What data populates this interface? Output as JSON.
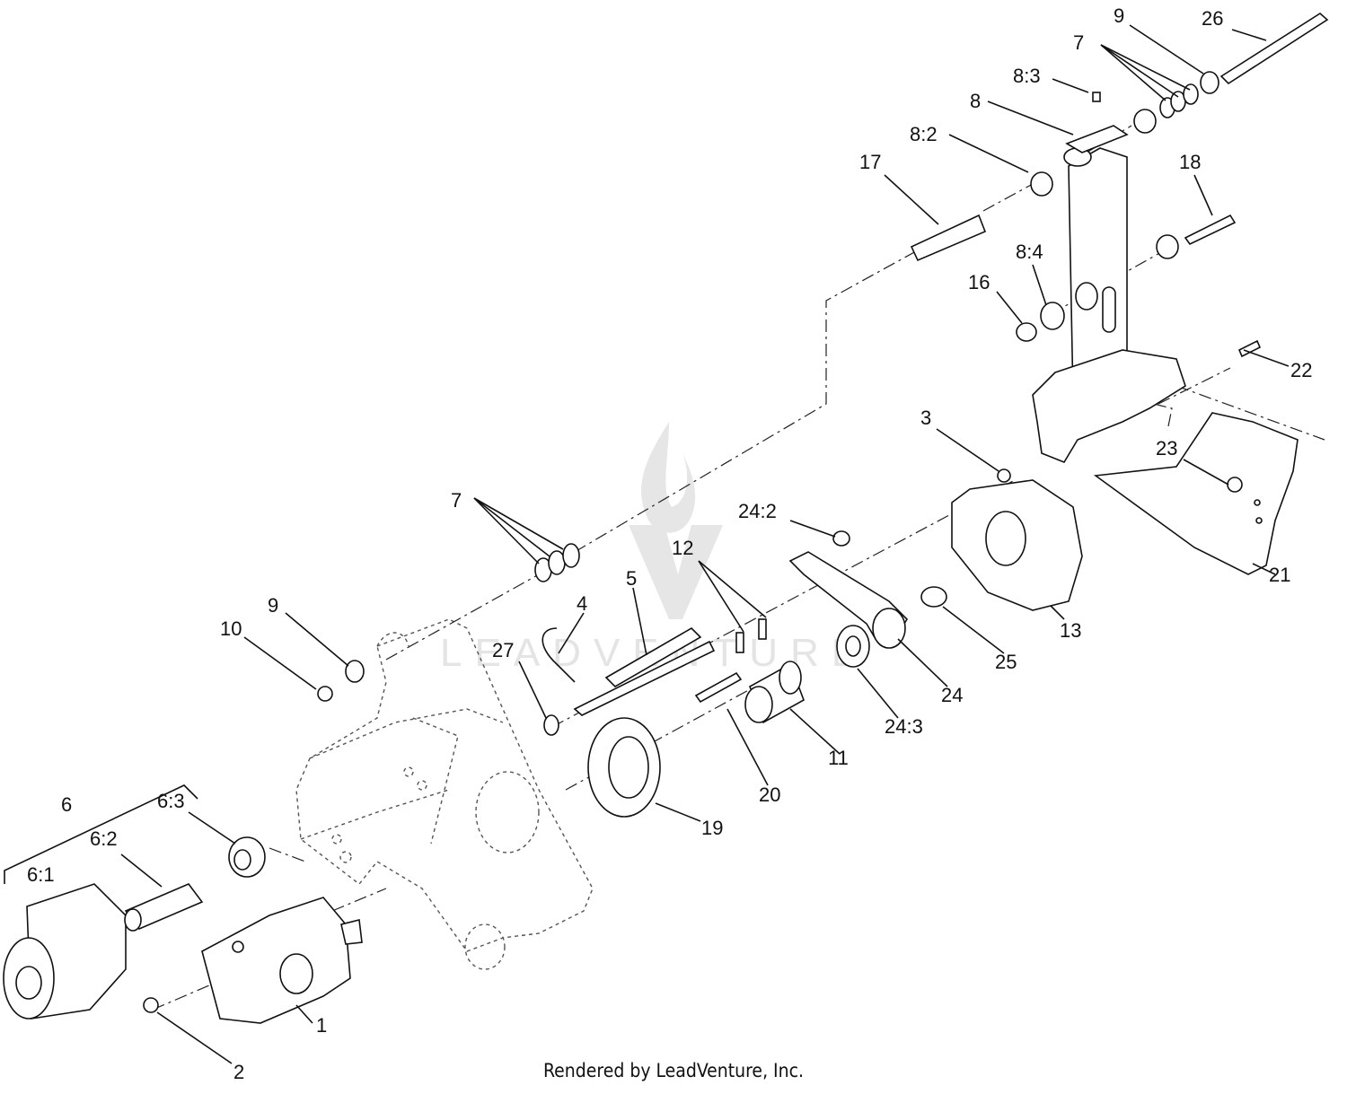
{
  "footer": "Rendered by LeadVenture, Inc.",
  "watermark": "LEADVENTURE",
  "callouts": {
    "c1": "1",
    "c2": "2",
    "c3": "3",
    "c4": "4",
    "c5": "5",
    "c6": "6",
    "c6_1": "6:1",
    "c6_2": "6:2",
    "c6_3": "6:3",
    "c7a": "7",
    "c7b": "7",
    "c8": "8",
    "c8_2": "8:2",
    "c8_3": "8:3",
    "c8_4": "8:4",
    "c9a": "9",
    "c9b": "9",
    "c10": "10",
    "c11": "11",
    "c12": "12",
    "c13": "13",
    "c16": "16",
    "c17": "17",
    "c18": "18",
    "c19": "19",
    "c20": "20",
    "c21": "21",
    "c22": "22",
    "c23": "23",
    "c24": "24",
    "c24_2": "24:2",
    "c24_3": "24:3",
    "c25": "25",
    "c26": "26",
    "c27": "27"
  }
}
